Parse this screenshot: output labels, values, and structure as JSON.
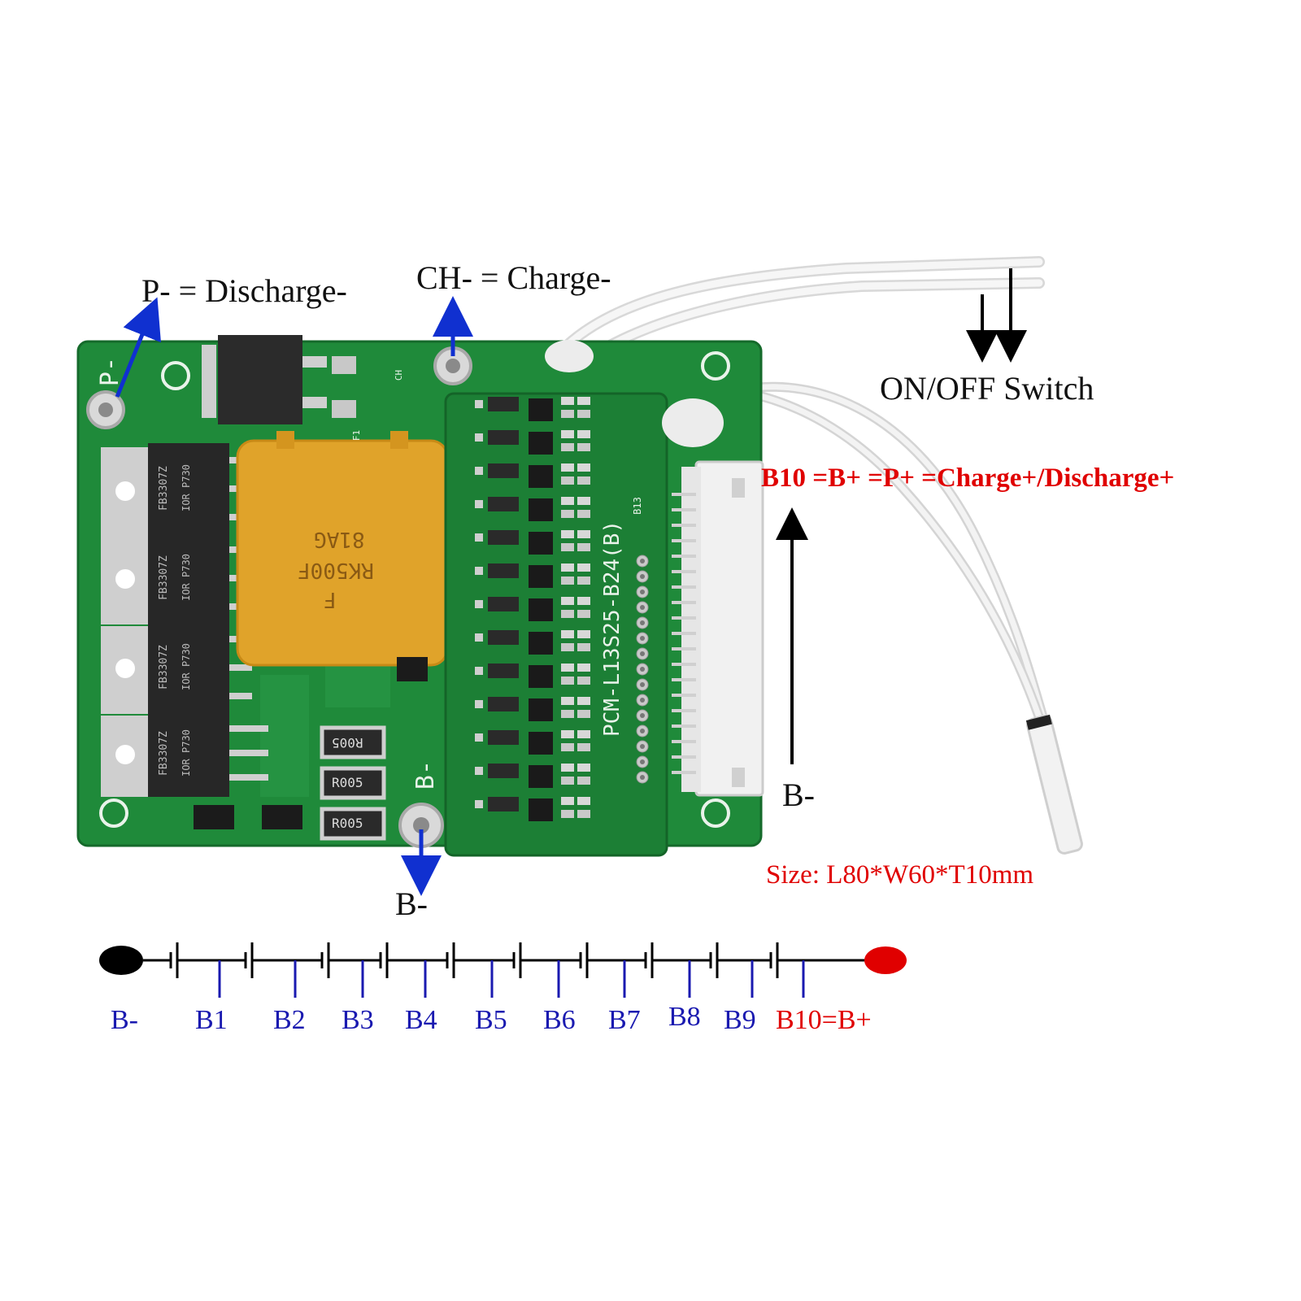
{
  "annotations": {
    "p_minus": "P- = Discharge-",
    "ch_minus": "CH- = Charge-",
    "on_off": "ON/OFF Switch",
    "b10": "B10 =B+ =P+ =Charge+/Discharge+",
    "b_minus_right": "B-",
    "b_minus_bottom": "B-",
    "size": "Size: L80*W60*T10mm"
  },
  "board": {
    "model": "PCM-L13S25-B24(B)",
    "fuse": "F",
    "fuse_code1": "RK500F",
    "fuse_code2": "81AG",
    "resistor": "R005",
    "mosfet_part": "FB3307Z",
    "mosfet_logo": "IOR P730",
    "pad_p": "P-",
    "pad_b": "B-",
    "label_b13": "B13",
    "label_f1": "F1",
    "label_ch": "CH"
  },
  "cell_chain": {
    "labels": [
      "B-",
      "B1",
      "B2",
      "B3",
      "B4",
      "B5",
      "B6",
      "B7",
      "B8",
      "B9",
      "B10=B+"
    ],
    "colors": {
      "chain": "#1a1ab0",
      "positive": "#e00000",
      "negative": "#000000"
    }
  },
  "colors": {
    "pcb": "#1f8a3a",
    "pcb_dark": "#16702d",
    "fuse": "#e0a32a",
    "arrow_blue": "#1030d0"
  }
}
